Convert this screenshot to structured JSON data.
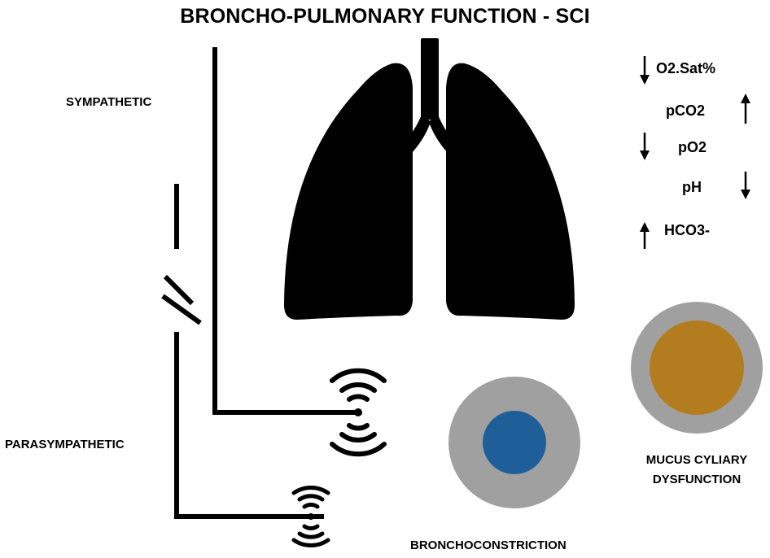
{
  "title": "BRONCHO-PULMONARY FUNCTION - SCI",
  "nerves": {
    "sympathetic_label": "SYMPATHETIC",
    "parasympathetic_label": "PARASYMPATHETIC"
  },
  "blood_gases": [
    {
      "label": "O2.Sat%",
      "direction": "down"
    },
    {
      "label": "pCO2",
      "direction": "up"
    },
    {
      "label": "pO2",
      "direction": "down"
    },
    {
      "label": "pH",
      "direction": "down"
    },
    {
      "label": "HCO3-",
      "direction": "up"
    }
  ],
  "airways": {
    "bronchoconstriction_label": "BRONCHOCONSTRICTION",
    "mucus_label_line1": "MUCUS CYLIARY",
    "mucus_label_line2": "DYSFUNCTION"
  },
  "colors": {
    "ring": "#a0a0a0",
    "bronchus_core": "#1e5f99",
    "mucus_core": "#b37c1f",
    "lung": "#000000"
  }
}
